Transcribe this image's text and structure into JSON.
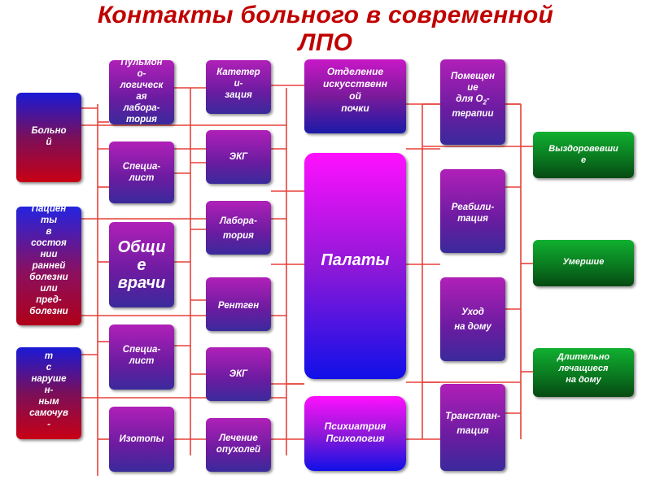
{
  "title": "Контакты больного в современной\nЛПО",
  "patients": {
    "sick": "Больно\nй",
    "early": "Пациен\nты\nв\nсостоя\nнии\nранней\nболезни\nили\nпред-\nболезни",
    "wellbeing": "т\nс\nнаруше\nн-\nным\nсамочув\n-"
  },
  "labs": {
    "pulmo": "Пульмон\nо-\nлогическ\nая\nлабора-\nтория",
    "spec1": "Специа-\nлист",
    "gp": "Общи\nе\nврачи",
    "spec2": "Специа-\nлист",
    "isotopes": "Изотопы"
  },
  "procedures": {
    "cath": "Катетер\nи-\nзация",
    "ecg1": "ЭКГ",
    "lab": "Лабора-\nтория",
    "xray": "Рентген",
    "ecg2": "ЭКГ",
    "tumors": "Лечение\nопухолей"
  },
  "center": {
    "artkidney": "Отделение\nискусственн\nой\nпочки",
    "wards": "Палаты",
    "psych": "Психиатрия\nПсихология"
  },
  "services": {
    "oxygen_pre": "Помещен\nие\nдля О",
    "oxygen_sub": "2",
    "oxygen_post": "-\nтерапии",
    "rehab": "Реабили-\nтация",
    "homecare": "Уход\nна дому",
    "transplant": "Трансплан-\nтация"
  },
  "outcomes": {
    "recovered": "Выздоровевши\nе",
    "deceased": "Умершие",
    "longterm": "Длительно\nлечащиеся\nна дому"
  },
  "colors": {
    "connector": "#e8413a",
    "title": "#c00000"
  }
}
